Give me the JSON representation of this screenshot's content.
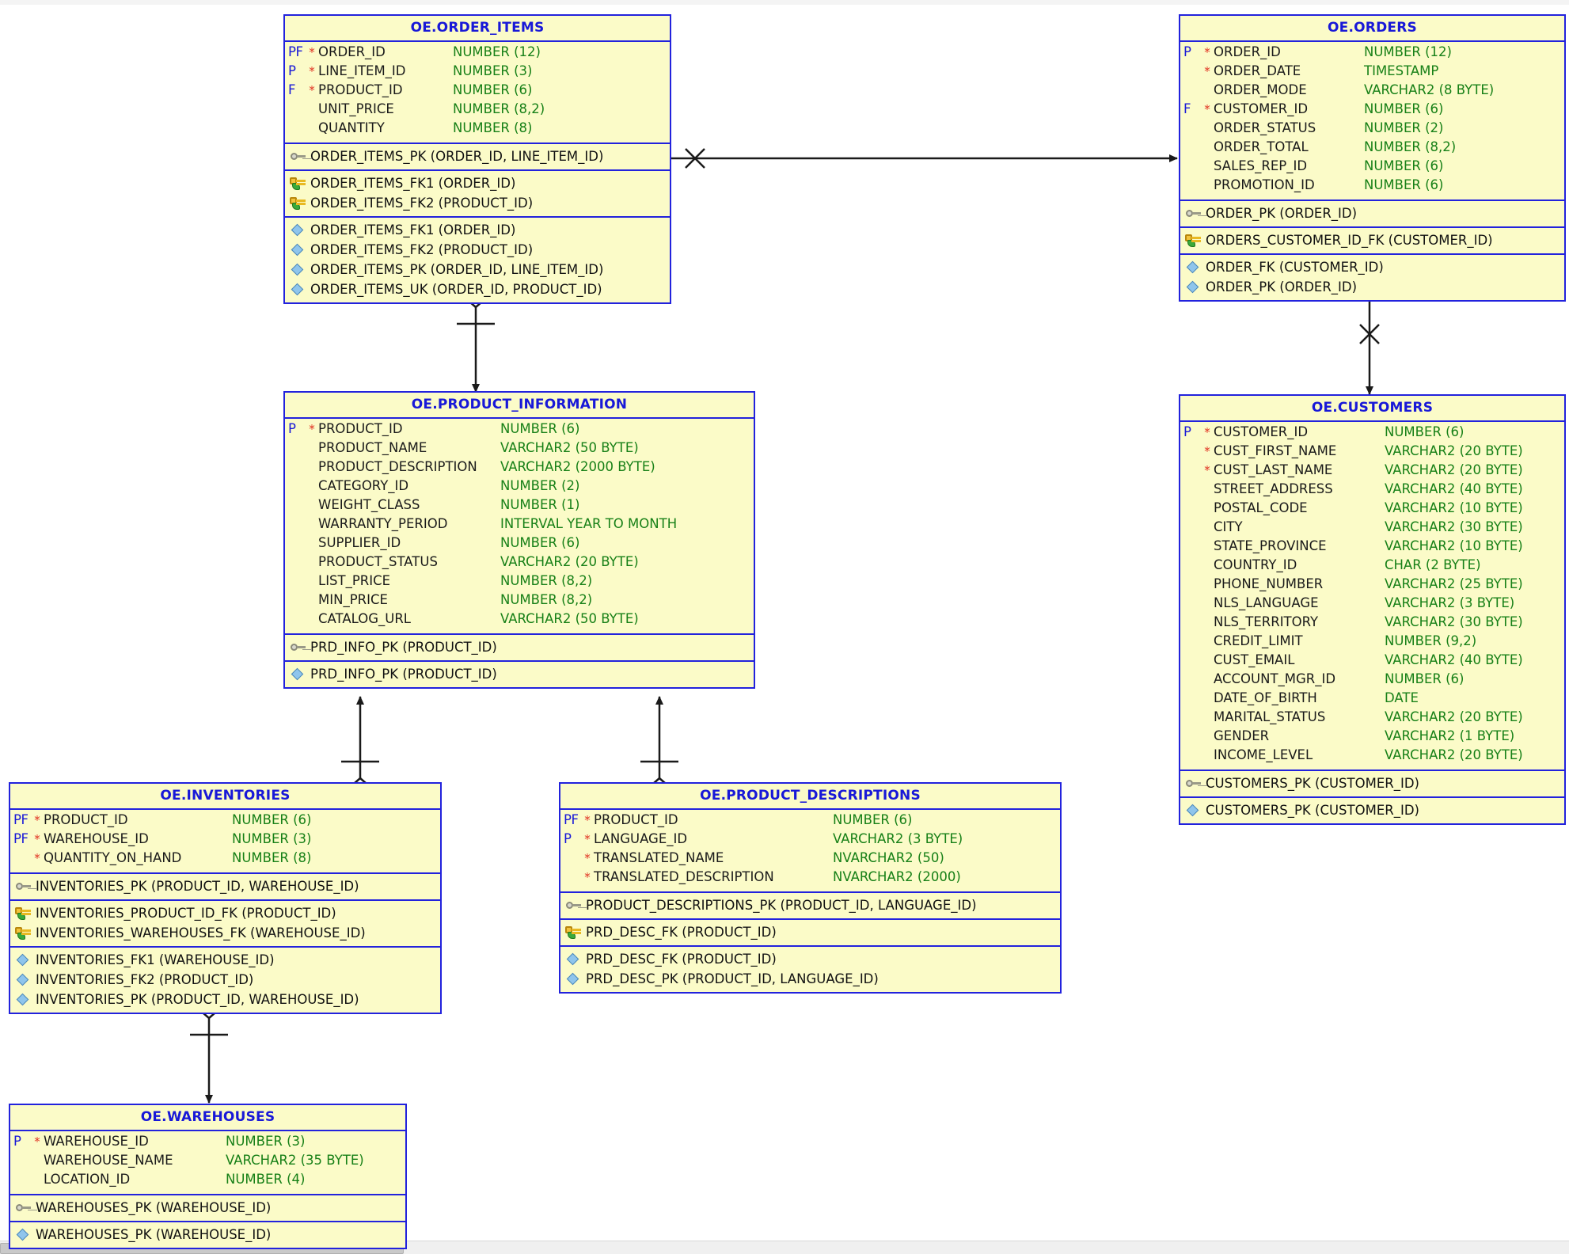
{
  "diagram": {
    "title": "OE Schema Relational Diagram",
    "entity_fill": "#fbfbc8",
    "entity_border": "#2222dd",
    "title_color": "#1818d8",
    "type_color": "#178017",
    "notnull_color": "#e03020"
  },
  "icons": {
    "pk_constraint": "grey-key-icon",
    "fk_constraint": "gold-key-green-arrow-icon",
    "index": "blue-diamond-icon"
  },
  "entities": [
    {
      "id": "order_items",
      "name": "OE.ORDER_ITEMS",
      "columns": [
        {
          "key": "PF",
          "nn": "*",
          "name": "ORDER_ID",
          "type": "NUMBER (12)"
        },
        {
          "key": "P",
          "nn": "*",
          "name": "LINE_ITEM_ID",
          "type": "NUMBER (3)"
        },
        {
          "key": "F",
          "nn": "*",
          "name": "PRODUCT_ID",
          "type": "NUMBER (6)"
        },
        {
          "key": "",
          "nn": "",
          "name": "UNIT_PRICE",
          "type": "NUMBER (8,2)"
        },
        {
          "key": "",
          "nn": "",
          "name": "QUANTITY",
          "type": "NUMBER (8)"
        }
      ],
      "pk_constraints": [
        "ORDER_ITEMS_PK (ORDER_ID, LINE_ITEM_ID)"
      ],
      "fk_constraints": [
        "ORDER_ITEMS_FK1 (ORDER_ID)",
        "ORDER_ITEMS_FK2 (PRODUCT_ID)"
      ],
      "indexes": [
        "ORDER_ITEMS_FK1 (ORDER_ID)",
        "ORDER_ITEMS_FK2 (PRODUCT_ID)",
        "ORDER_ITEMS_PK (ORDER_ID, LINE_ITEM_ID)",
        "ORDER_ITEMS_UK (ORDER_ID, PRODUCT_ID)"
      ]
    },
    {
      "id": "orders",
      "name": "OE.ORDERS",
      "columns": [
        {
          "key": "P",
          "nn": "*",
          "name": "ORDER_ID",
          "type": "NUMBER (12)"
        },
        {
          "key": "",
          "nn": "*",
          "name": "ORDER_DATE",
          "type": "TIMESTAMP"
        },
        {
          "key": "",
          "nn": "",
          "name": "ORDER_MODE",
          "type": "VARCHAR2 (8 BYTE)"
        },
        {
          "key": "F",
          "nn": "*",
          "name": "CUSTOMER_ID",
          "type": "NUMBER (6)"
        },
        {
          "key": "",
          "nn": "",
          "name": "ORDER_STATUS",
          "type": "NUMBER (2)"
        },
        {
          "key": "",
          "nn": "",
          "name": "ORDER_TOTAL",
          "type": "NUMBER (8,2)"
        },
        {
          "key": "",
          "nn": "",
          "name": "SALES_REP_ID",
          "type": "NUMBER (6)"
        },
        {
          "key": "",
          "nn": "",
          "name": "PROMOTION_ID",
          "type": "NUMBER (6)"
        }
      ],
      "pk_constraints": [
        "ORDER_PK (ORDER_ID)"
      ],
      "fk_constraints": [
        "ORDERS_CUSTOMER_ID_FK (CUSTOMER_ID)"
      ],
      "indexes": [
        "ORDER_FK (CUSTOMER_ID)",
        "ORDER_PK (ORDER_ID)"
      ]
    },
    {
      "id": "product_information",
      "name": "OE.PRODUCT_INFORMATION",
      "columns": [
        {
          "key": "P",
          "nn": "*",
          "name": "PRODUCT_ID",
          "type": "NUMBER (6)"
        },
        {
          "key": "",
          "nn": "",
          "name": "PRODUCT_NAME",
          "type": "VARCHAR2 (50 BYTE)"
        },
        {
          "key": "",
          "nn": "",
          "name": "PRODUCT_DESCRIPTION",
          "type": "VARCHAR2 (2000 BYTE)"
        },
        {
          "key": "",
          "nn": "",
          "name": "CATEGORY_ID",
          "type": "NUMBER (2)"
        },
        {
          "key": "",
          "nn": "",
          "name": "WEIGHT_CLASS",
          "type": "NUMBER (1)"
        },
        {
          "key": "",
          "nn": "",
          "name": "WARRANTY_PERIOD",
          "type": "INTERVAL YEAR TO MONTH"
        },
        {
          "key": "",
          "nn": "",
          "name": "SUPPLIER_ID",
          "type": "NUMBER (6)"
        },
        {
          "key": "",
          "nn": "",
          "name": "PRODUCT_STATUS",
          "type": "VARCHAR2 (20 BYTE)"
        },
        {
          "key": "",
          "nn": "",
          "name": "LIST_PRICE",
          "type": "NUMBER (8,2)"
        },
        {
          "key": "",
          "nn": "",
          "name": "MIN_PRICE",
          "type": "NUMBER (8,2)"
        },
        {
          "key": "",
          "nn": "",
          "name": "CATALOG_URL",
          "type": "VARCHAR2 (50 BYTE)"
        }
      ],
      "pk_constraints": [
        "PRD_INFO_PK (PRODUCT_ID)"
      ],
      "fk_constraints": [],
      "indexes": [
        "PRD_INFO_PK (PRODUCT_ID)"
      ]
    },
    {
      "id": "customers",
      "name": "OE.CUSTOMERS",
      "columns": [
        {
          "key": "P",
          "nn": "*",
          "name": "CUSTOMER_ID",
          "type": "NUMBER (6)"
        },
        {
          "key": "",
          "nn": "*",
          "name": "CUST_FIRST_NAME",
          "type": "VARCHAR2 (20 BYTE)"
        },
        {
          "key": "",
          "nn": "*",
          "name": "CUST_LAST_NAME",
          "type": "VARCHAR2 (20 BYTE)"
        },
        {
          "key": "",
          "nn": "",
          "name": "STREET_ADDRESS",
          "type": "VARCHAR2 (40 BYTE)"
        },
        {
          "key": "",
          "nn": "",
          "name": "POSTAL_CODE",
          "type": "VARCHAR2 (10 BYTE)"
        },
        {
          "key": "",
          "nn": "",
          "name": "CITY",
          "type": "VARCHAR2 (30 BYTE)"
        },
        {
          "key": "",
          "nn": "",
          "name": "STATE_PROVINCE",
          "type": "VARCHAR2 (10 BYTE)"
        },
        {
          "key": "",
          "nn": "",
          "name": "COUNTRY_ID",
          "type": "CHAR (2 BYTE)"
        },
        {
          "key": "",
          "nn": "",
          "name": "PHONE_NUMBER",
          "type": "VARCHAR2 (25 BYTE)"
        },
        {
          "key": "",
          "nn": "",
          "name": "NLS_LANGUAGE",
          "type": "VARCHAR2 (3 BYTE)"
        },
        {
          "key": "",
          "nn": "",
          "name": "NLS_TERRITORY",
          "type": "VARCHAR2 (30 BYTE)"
        },
        {
          "key": "",
          "nn": "",
          "name": "CREDIT_LIMIT",
          "type": "NUMBER (9,2)"
        },
        {
          "key": "",
          "nn": "",
          "name": "CUST_EMAIL",
          "type": "VARCHAR2 (40 BYTE)"
        },
        {
          "key": "",
          "nn": "",
          "name": "ACCOUNT_MGR_ID",
          "type": "NUMBER (6)"
        },
        {
          "key": "",
          "nn": "",
          "name": "DATE_OF_BIRTH",
          "type": "DATE"
        },
        {
          "key": "",
          "nn": "",
          "name": "MARITAL_STATUS",
          "type": "VARCHAR2 (20 BYTE)"
        },
        {
          "key": "",
          "nn": "",
          "name": "GENDER",
          "type": "VARCHAR2 (1 BYTE)"
        },
        {
          "key": "",
          "nn": "",
          "name": "INCOME_LEVEL",
          "type": "VARCHAR2 (20 BYTE)"
        }
      ],
      "pk_constraints": [
        "CUSTOMERS_PK (CUSTOMER_ID)"
      ],
      "fk_constraints": [],
      "indexes": [
        "CUSTOMERS_PK (CUSTOMER_ID)"
      ]
    },
    {
      "id": "inventories",
      "name": "OE.INVENTORIES",
      "columns": [
        {
          "key": "PF",
          "nn": "*",
          "name": "PRODUCT_ID",
          "type": "NUMBER (6)"
        },
        {
          "key": "PF",
          "nn": "*",
          "name": "WAREHOUSE_ID",
          "type": "NUMBER (3)"
        },
        {
          "key": "",
          "nn": "*",
          "name": "QUANTITY_ON_HAND",
          "type": "NUMBER (8)"
        }
      ],
      "pk_constraints": [
        "INVENTORIES_PK (PRODUCT_ID, WAREHOUSE_ID)"
      ],
      "fk_constraints": [
        "INVENTORIES_PRODUCT_ID_FK (PRODUCT_ID)",
        "INVENTORIES_WAREHOUSES_FK (WAREHOUSE_ID)"
      ],
      "indexes": [
        "INVENTORIES_FK1 (WAREHOUSE_ID)",
        "INVENTORIES_FK2 (PRODUCT_ID)",
        "INVENTORIES_PK (PRODUCT_ID, WAREHOUSE_ID)"
      ]
    },
    {
      "id": "product_descriptions",
      "name": "OE.PRODUCT_DESCRIPTIONS",
      "columns": [
        {
          "key": "PF",
          "nn": "*",
          "name": "PRODUCT_ID",
          "type": "NUMBER (6)"
        },
        {
          "key": "P",
          "nn": "*",
          "name": "LANGUAGE_ID",
          "type": "VARCHAR2 (3 BYTE)"
        },
        {
          "key": "",
          "nn": "*",
          "name": "TRANSLATED_NAME",
          "type": "NVARCHAR2 (50)"
        },
        {
          "key": "",
          "nn": "*",
          "name": "TRANSLATED_DESCRIPTION",
          "type": "NVARCHAR2 (2000)"
        }
      ],
      "pk_constraints": [
        "PRODUCT_DESCRIPTIONS_PK (PRODUCT_ID, LANGUAGE_ID)"
      ],
      "fk_constraints": [
        "PRD_DESC_FK (PRODUCT_ID)"
      ],
      "indexes": [
        "PRD_DESC_FK (PRODUCT_ID)",
        "PRD_DESC_PK (PRODUCT_ID, LANGUAGE_ID)"
      ]
    },
    {
      "id": "warehouses",
      "name": "OE.WAREHOUSES",
      "columns": [
        {
          "key": "P",
          "nn": "*",
          "name": "WAREHOUSE_ID",
          "type": "NUMBER (3)"
        },
        {
          "key": "",
          "nn": "",
          "name": "WAREHOUSE_NAME",
          "type": "VARCHAR2 (35 BYTE)"
        },
        {
          "key": "",
          "nn": "",
          "name": "LOCATION_ID",
          "type": "NUMBER (4)"
        }
      ],
      "pk_constraints": [
        "WAREHOUSES_PK (WAREHOUSE_ID)"
      ],
      "fk_constraints": [],
      "indexes": [
        "WAREHOUSES_PK (WAREHOUSE_ID)"
      ]
    }
  ],
  "relationships": [
    {
      "from": "OE.ORDER_ITEMS",
      "to": "OE.ORDERS",
      "via": "ORDER_ITEMS_FK1 (ORDER_ID)"
    },
    {
      "from": "OE.ORDER_ITEMS",
      "to": "OE.PRODUCT_INFORMATION",
      "via": "ORDER_ITEMS_FK2 (PRODUCT_ID)"
    },
    {
      "from": "OE.ORDERS",
      "to": "OE.CUSTOMERS",
      "via": "ORDERS_CUSTOMER_ID_FK (CUSTOMER_ID)"
    },
    {
      "from": "OE.INVENTORIES",
      "to": "OE.PRODUCT_INFORMATION",
      "via": "INVENTORIES_PRODUCT_ID_FK (PRODUCT_ID)"
    },
    {
      "from": "OE.INVENTORIES",
      "to": "OE.WAREHOUSES",
      "via": "INVENTORIES_WAREHOUSES_FK (WAREHOUSE_ID)"
    },
    {
      "from": "OE.PRODUCT_DESCRIPTIONS",
      "to": "OE.PRODUCT_INFORMATION",
      "via": "PRD_DESC_FK (PRODUCT_ID)"
    }
  ]
}
